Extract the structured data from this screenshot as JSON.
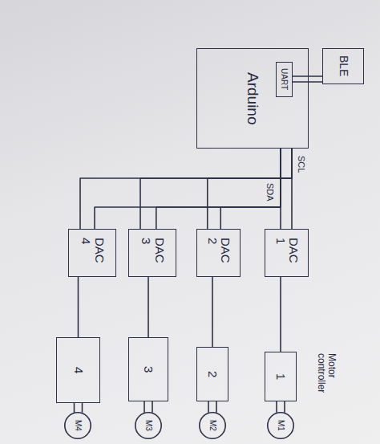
{
  "diagram": {
    "nodes": [
      {
        "text": [
          "Arduino"
        ]
      },
      {
        "text": [
          "UART"
        ],
        "in": 0
      },
      {
        "text": [
          "BLE"
        ]
      },
      {
        "text": [
          "DAC 4"
        ]
      },
      {
        "text": [
          "DAC 3"
        ]
      },
      {
        "text": [
          "DAC 2"
        ]
      },
      {
        "text": [
          "DAC 1"
        ]
      },
      {
        "text": [
          "4"
        ]
      },
      {
        "text": [
          "3"
        ]
      },
      {
        "text": [
          "2"
        ]
      },
      {
        "text": [
          "1"
        ]
      },
      {
        "text": [
          "M4"
        ]
      },
      {
        "text": [
          "M3"
        ]
      },
      {
        "text": [
          "M2"
        ]
      },
      {
        "text": [
          "M1"
        ]
      }
    ],
    "edges": [
      {
        "from": 1,
        "to": 2,
        "arrow": "none"
      },
      {
        "from": 1,
        "to": 2,
        "arrow": "none"
      },
      {
        "from": 0,
        "to": 3,
        "arrow": "none"
      },
      {
        "from": 0,
        "to": 4,
        "arrow": "none"
      },
      {
        "from": 0,
        "to": 5,
        "arrow": "none"
      },
      {
        "from": 0,
        "to": 6,
        "arrow": "none"
      },
      {
        "from": 0,
        "to": 3,
        "arrow": "none"
      },
      {
        "from": 0,
        "to": 4,
        "arrow": "none"
      },
      {
        "from": 0,
        "to": 5,
        "arrow": "none"
      },
      {
        "from": 0,
        "to": 6,
        "arrow": "none"
      },
      {
        "from": 3,
        "to": 7,
        "arrow": "none"
      },
      {
        "from": 4,
        "to": 8,
        "arrow": "none"
      },
      {
        "from": 5,
        "to": 9,
        "arrow": "none"
      },
      {
        "from": 6,
        "to": 10,
        "arrow": "none"
      },
      {
        "from": 7,
        "to": 11,
        "arrow": "none"
      },
      {
        "from": 7,
        "to": 11,
        "arrow": "none"
      },
      {
        "from": 8,
        "to": 12,
        "arrow": "none"
      },
      {
        "from": 8,
        "to": 12,
        "arrow": "none"
      },
      {
        "from": 9,
        "to": 13,
        "arrow": "none"
      },
      {
        "from": 9,
        "to": 13,
        "arrow": "none"
      },
      {
        "from": 10,
        "to": 14,
        "arrow": "none"
      },
      {
        "from": 10,
        "to": 14,
        "arrow": "none"
      }
    ],
    "labels": [
      "SCL",
      "SDA",
      "Motor controller"
    ]
  }
}
